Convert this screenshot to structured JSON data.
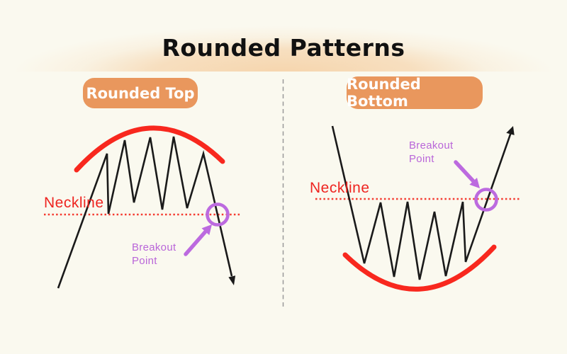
{
  "title": "Rounded Patterns",
  "panels": {
    "left": {
      "badge": "Rounded Top",
      "neckline_label": "Neckline",
      "breakout_label": "Breakout Point"
    },
    "right": {
      "badge": "Rounded Bottom",
      "neckline_label": "Neckline",
      "breakout_label": "Breakout Point"
    }
  },
  "colors": {
    "background": "#FAF9EF",
    "header_glow_peach": "#F6D5AD",
    "badge_orange": "#E9975D",
    "badge_text": "#FFFFFF",
    "pattern_arc_red": "#F8281E",
    "neckline_red": "#F43B30",
    "neckline_text_red": "#EE2420",
    "breakout_purple": "#BC6ADF",
    "breakout_text_purple": "#B966D9",
    "price_line_black": "#1A1A1A",
    "divider_gray": "#999999",
    "title_text": "#111111"
  }
}
